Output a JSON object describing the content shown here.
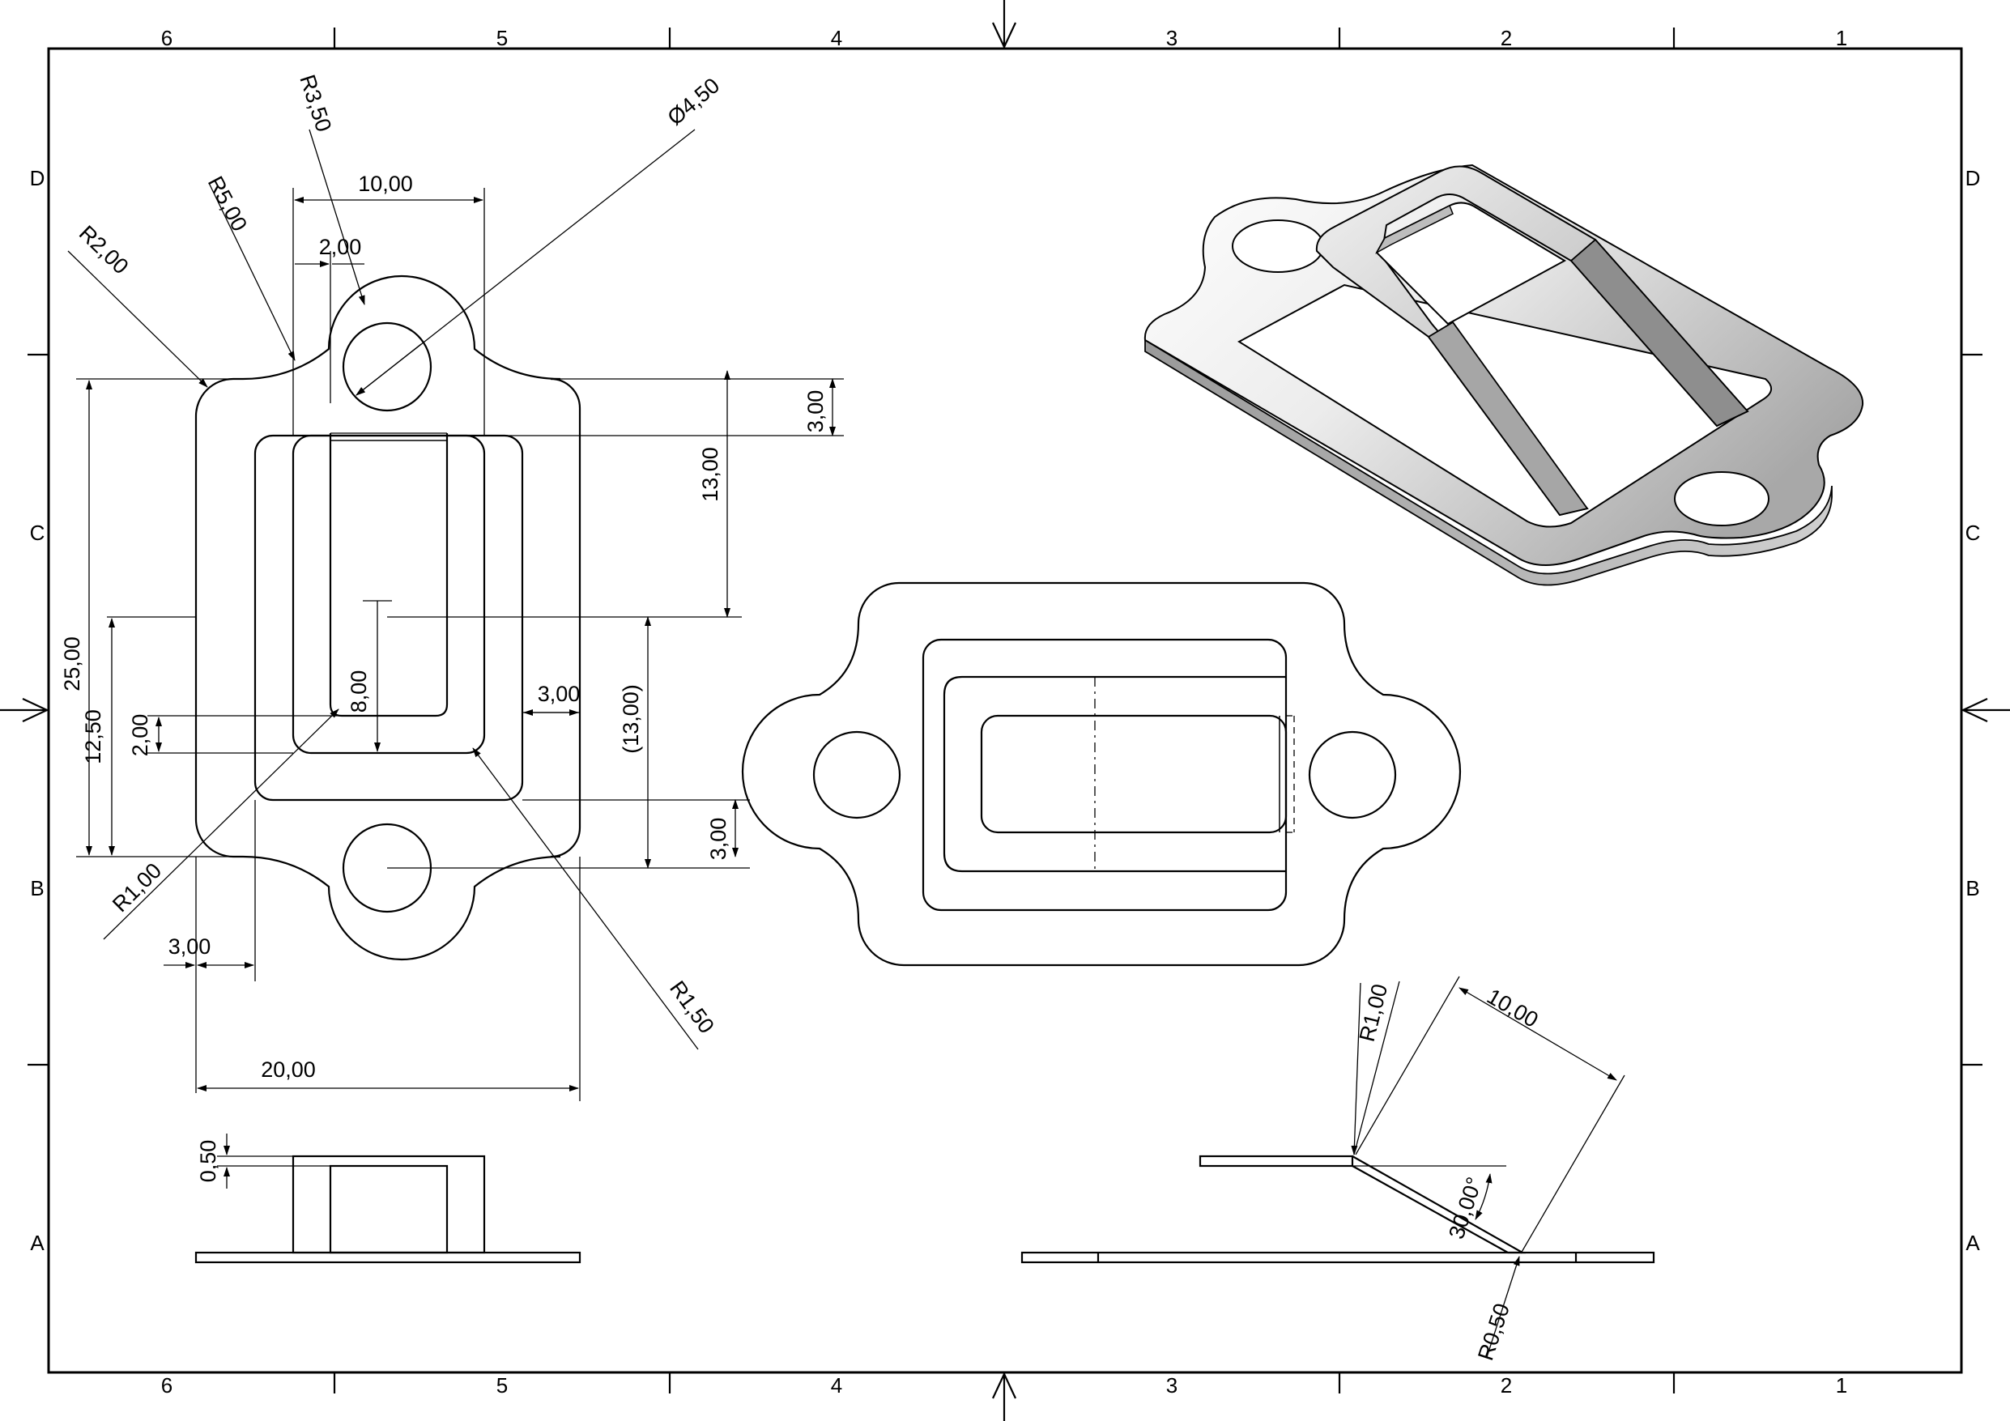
{
  "drawing": {
    "zones": {
      "columns": [
        "6",
        "5",
        "4",
        "3",
        "2",
        "1"
      ],
      "rows": [
        "D",
        "C",
        "B",
        "A"
      ]
    },
    "dimensions": {
      "r3_50": "R3,50",
      "dia4_50": "Ø4,50",
      "w10_00": "10,00",
      "r5_00": "R5,00",
      "w2_00_top": "2,00",
      "r2_00": "R2,00",
      "h3_00_top": "3,00",
      "h13_00": "13,00",
      "h25_00": "25,00",
      "h12_50": "12,50",
      "h2_00": "2,00",
      "h8_00": "8,00",
      "w3_00_right": "3,00",
      "h13_00_ref": "(13,00)",
      "h3_00_bottom": "3,00",
      "r1_00_left": "R1,00",
      "w3_00_left": "3,00",
      "r1_50": "R1,50",
      "w20_00": "20,00",
      "t0_50": "0,50",
      "r1_00_side": "R1,00",
      "l10_00_side": "10,00",
      "a30": "30,00°",
      "r0_50": "R0,50"
    }
  }
}
